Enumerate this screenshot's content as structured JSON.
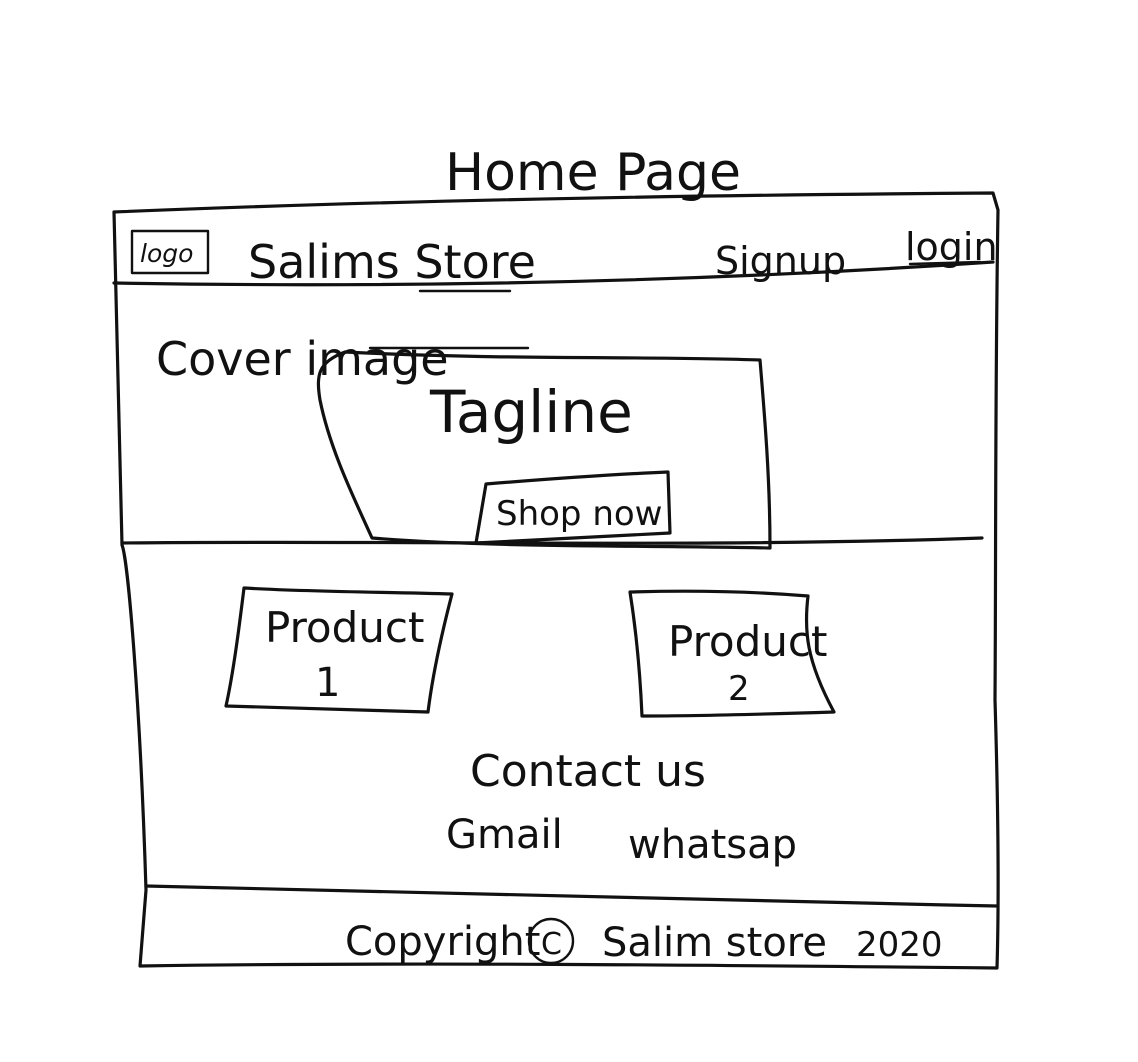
{
  "page_title": "Home Page",
  "header": {
    "logo_label": "logo",
    "store_name": "Salims Store",
    "signup_label": "Signup",
    "login_label": "login"
  },
  "hero": {
    "cover_label": "Cover image",
    "tagline": "Tagline",
    "shop_now_label": "Shop now"
  },
  "products": [
    {
      "label_line1": "Product",
      "label_line2": "1"
    },
    {
      "label_line1": "Product",
      "label_line2": "2"
    }
  ],
  "contact": {
    "heading": "Contact us",
    "links": [
      "Gmail",
      "whatsap"
    ]
  },
  "footer": {
    "copyright": "Copyright",
    "copyright_symbol": "C",
    "store": "Salim store",
    "year": "2020"
  }
}
